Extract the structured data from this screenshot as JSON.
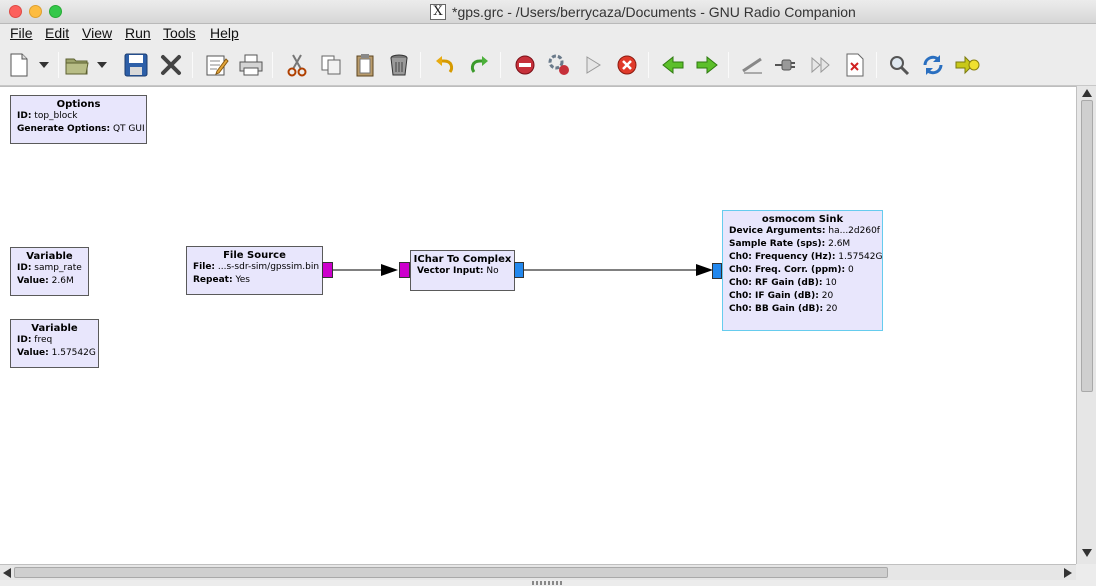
{
  "window": {
    "title": "*gps.grc - /Users/berrycaza/Documents - GNU Radio Companion",
    "x_icon_glyph": "X"
  },
  "menubar": {
    "items": [
      {
        "label": "File"
      },
      {
        "label": "Edit"
      },
      {
        "label": "View"
      },
      {
        "label": "Run"
      },
      {
        "label": "Tools"
      },
      {
        "label": "Help"
      }
    ]
  },
  "toolbar": {
    "icons": [
      "new-document-icon",
      "dropdown-arrow-icon",
      "open-folder-icon",
      "dropdown-arrow-icon",
      "save-icon",
      "close-icon",
      "properties-icon",
      "print-icon",
      "cut-icon",
      "copy-icon",
      "paste-icon",
      "delete-icon",
      "undo-icon",
      "redo-icon",
      "generate-icon",
      "execute-icon",
      "play-icon",
      "kill-icon",
      "rotate-left-icon",
      "rotate-right-icon",
      "enable-icon",
      "disable-icon",
      "bypass-icon",
      "generate-error-icon",
      "find-icon",
      "reload-icon",
      "open-hier-icon"
    ]
  },
  "blocks": {
    "options": {
      "title": "Options",
      "id_label": "ID:",
      "id_value": "top_block",
      "gen_label": "Generate Options:",
      "gen_value": "QT GUI"
    },
    "variable_samp_rate": {
      "title": "Variable",
      "id_label": "ID:",
      "id_value": "samp_rate",
      "value_label": "Value:",
      "value_value": "2.6M"
    },
    "variable_freq": {
      "title": "Variable",
      "id_label": "ID:",
      "id_value": "freq",
      "value_label": "Value:",
      "value_value": "1.57542G"
    },
    "file_source": {
      "title": "File Source",
      "file_label": "File:",
      "file_value": "...s-sdr-sim/gpssim.bin",
      "repeat_label": "Repeat:",
      "repeat_value": "Yes"
    },
    "ichar_to_complex": {
      "title": "IChar To Complex",
      "vector_label": "Vector Input:",
      "vector_value": "No"
    },
    "osmocom_sink": {
      "title": "osmocom Sink",
      "params": [
        {
          "label": "Device Arguments:",
          "value": "ha...2d260f"
        },
        {
          "label": "Sample Rate (sps):",
          "value": "2.6M"
        },
        {
          "label": "Ch0: Frequency (Hz):",
          "value": "1.57542G"
        },
        {
          "label": "Ch0: Freq. Corr. (ppm):",
          "value": "0"
        },
        {
          "label": "Ch0: RF Gain (dB):",
          "value": "10"
        },
        {
          "label": "Ch0: IF Gain (dB):",
          "value": "20"
        },
        {
          "label": "Ch0: BB Gain (dB):",
          "value": "20"
        }
      ]
    }
  },
  "colors": {
    "block_fill": "#e8e6fc",
    "port_byte": "#cc00cc",
    "port_complex": "#2288ee",
    "selected_border": "#66ccee"
  }
}
